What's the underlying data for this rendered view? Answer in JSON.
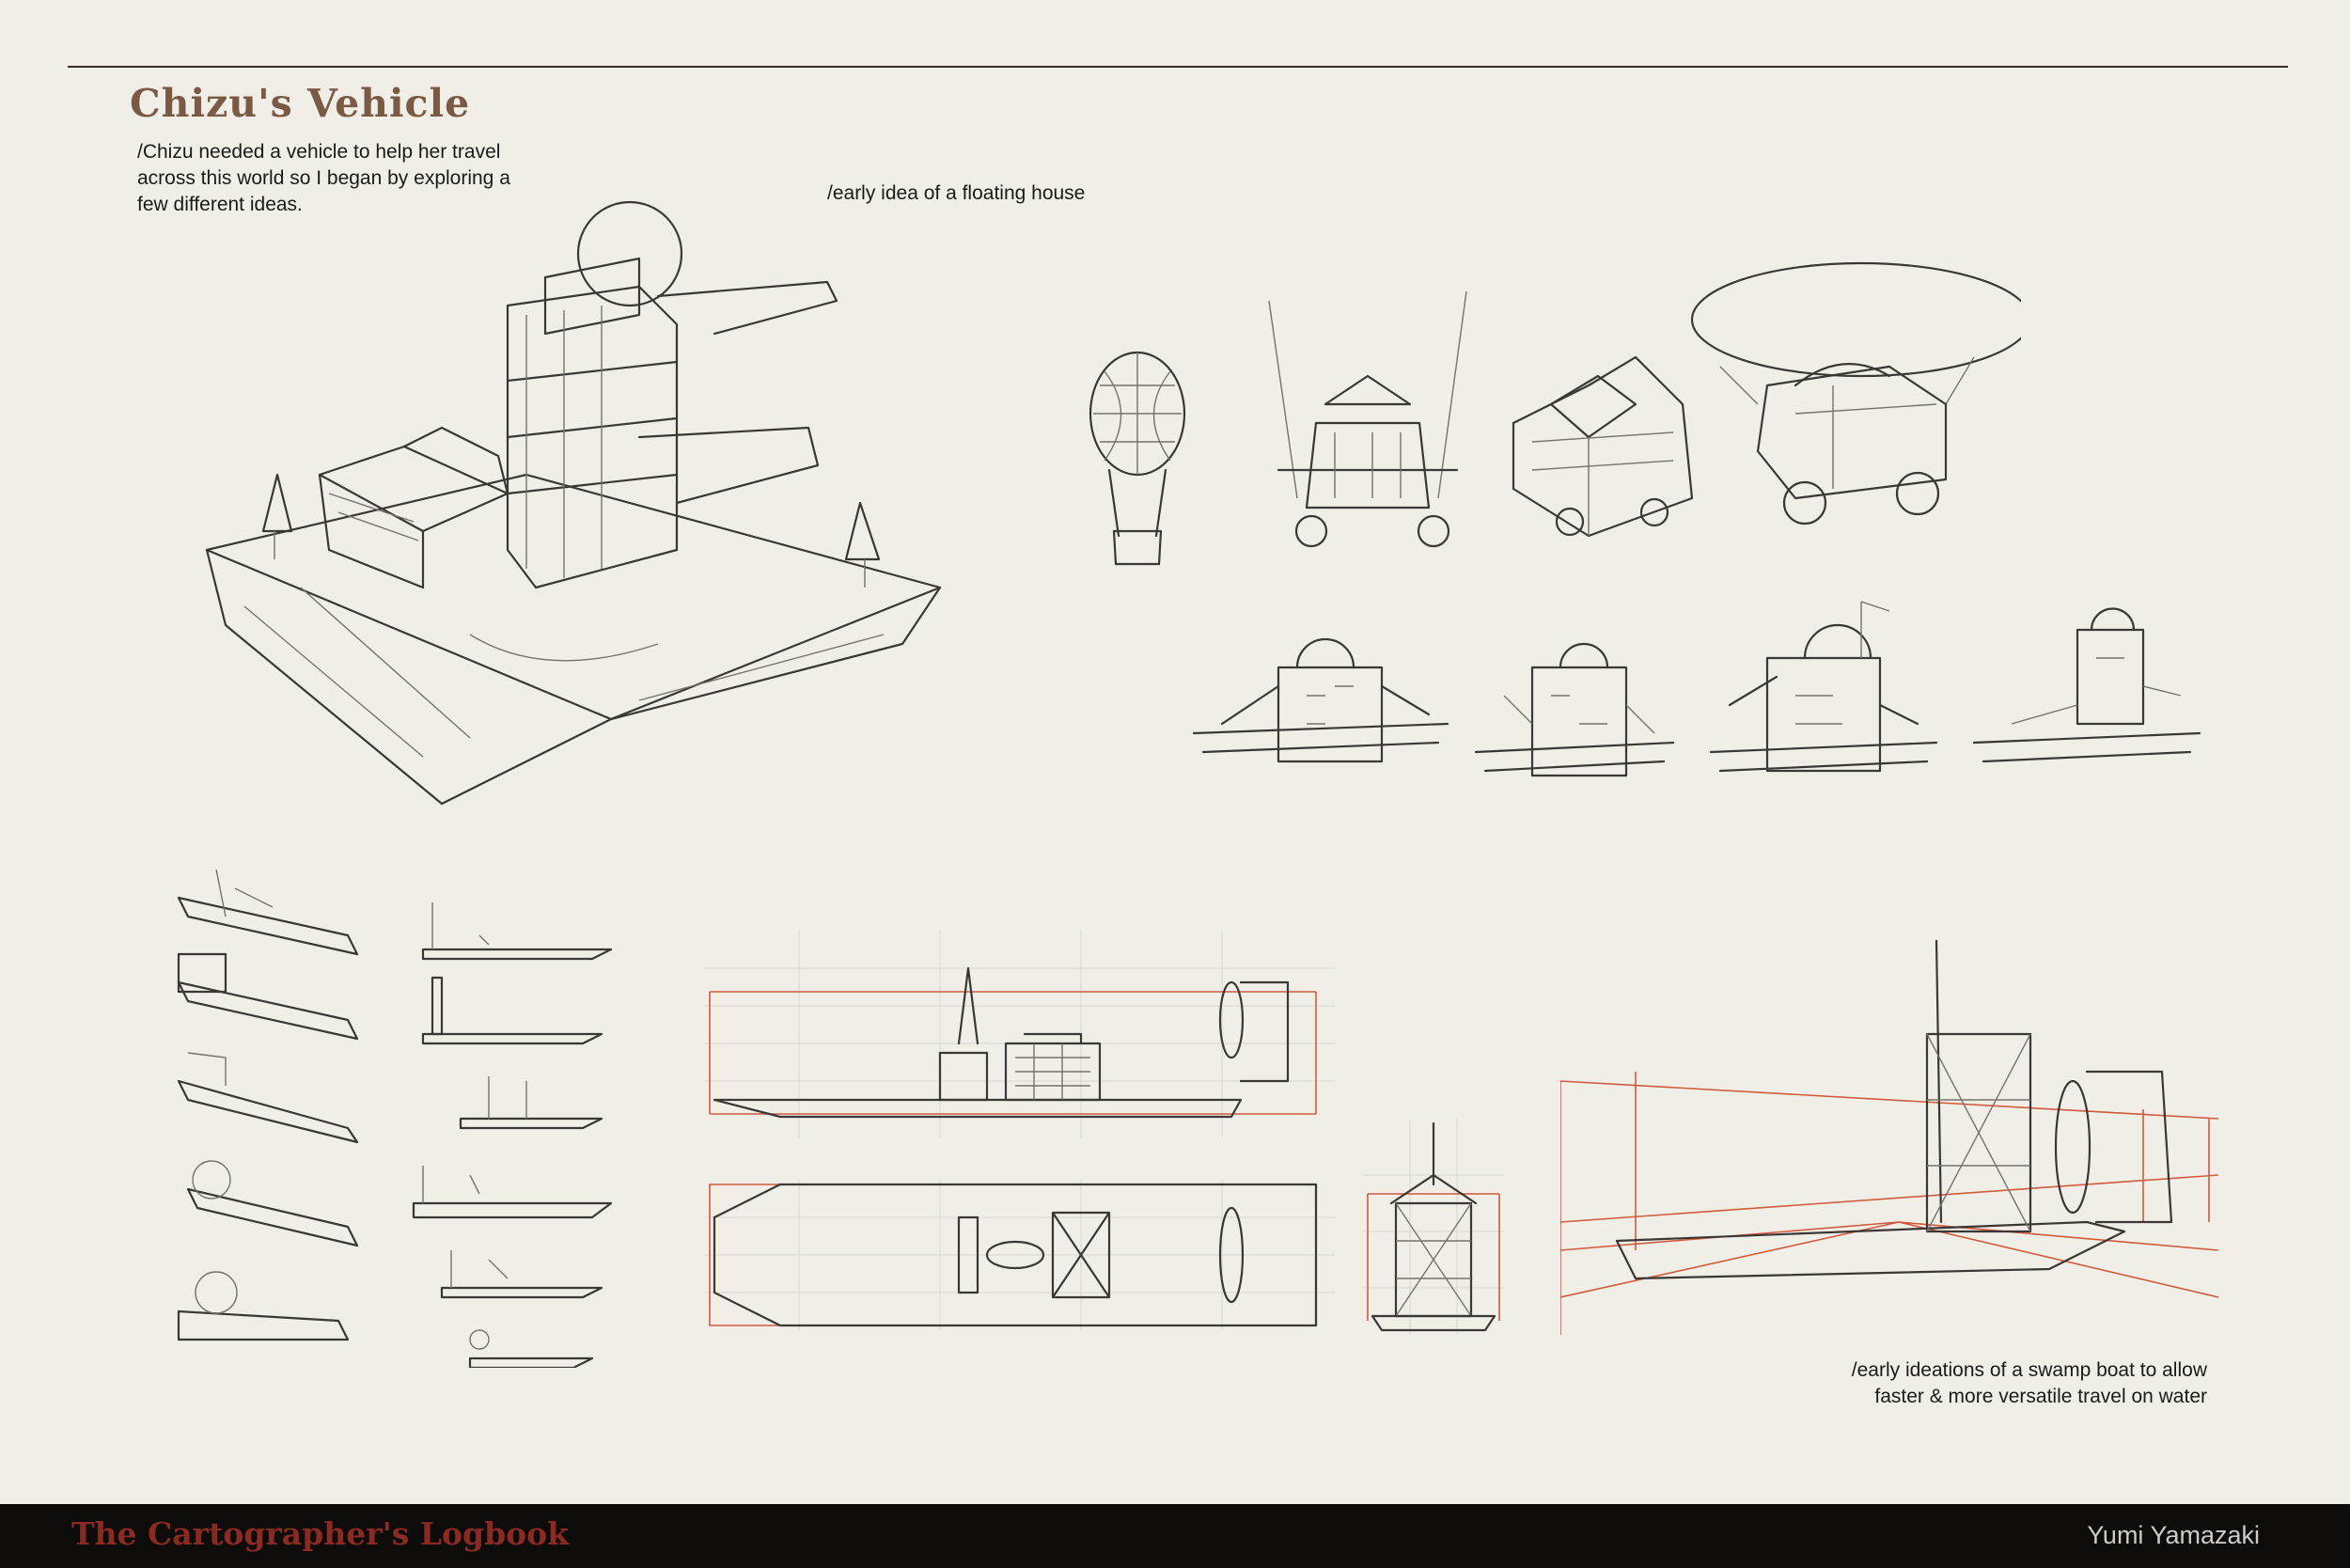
{
  "page": {
    "title": "Chizu's Vehicle",
    "intro": "/Chizu needed a vehicle to help her travel across this world so I began by exploring a few different ideas.",
    "house_caption": "/early idea of a floating house",
    "swamp_caption_line1": "/early ideations of a swamp boat to allow",
    "swamp_caption_line2": "faster & more versatile travel on water"
  },
  "footer": {
    "book_title": "The Cartographer's Logbook",
    "author": "Yumi Yamazaki"
  },
  "colors": {
    "background": "#f1eee8",
    "title_brown": "#7a5a44",
    "footer_red": "#8a2a22",
    "footer_bg": "#0e0c0b",
    "construction_red": "#cf5a3c"
  }
}
